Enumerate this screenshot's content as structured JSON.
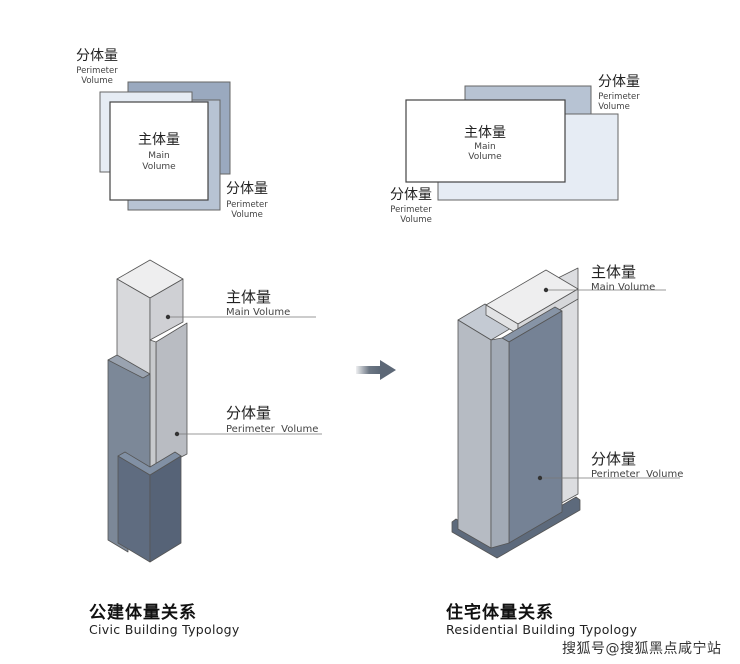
{
  "colors": {
    "light_panel": "#e6ecf4",
    "mid_panel": "#b7c3d3",
    "dark_panel": "#9aa9bf",
    "tower_light": "#dcdde0",
    "tower_light_top": "#eeeeef",
    "tower_mid": "#b4b8be",
    "tower_dark": "#6f7a88",
    "tower_darker": "#5e6b7e",
    "outline": "#555555"
  },
  "civic_plan": {
    "main": {
      "zh": "主体量",
      "en_line1": "Main",
      "en_line2": "Volume"
    },
    "perimeter_top": {
      "zh": "分体量",
      "en_line1": "Perimeter",
      "en_line2": "Volume"
    },
    "perimeter_bottom": {
      "zh": "分体量",
      "en_line1": "Perimeter",
      "en_line2": "Volume"
    }
  },
  "residential_plan": {
    "main": {
      "zh": "主体量",
      "en_line1": "Main",
      "en_line2": "Volume"
    },
    "perimeter_top": {
      "zh": "分体量",
      "en_line1": "Perimeter",
      "en_line2": "Volume"
    },
    "perimeter_bottom": {
      "zh": "分体量",
      "en_line1": "Perimeter",
      "en_line2": "Volume"
    }
  },
  "civic_tower": {
    "main": {
      "zh": "主体量",
      "en": "Main Volume"
    },
    "perimeter": {
      "zh": "分体量",
      "en": "Perimeter  Volume"
    }
  },
  "residential_tower": {
    "main": {
      "zh": "主体量",
      "en": "Main Volume"
    },
    "perimeter": {
      "zh": "分体量",
      "en": "Perimeter  Volume"
    }
  },
  "arrow": {
    "icon": "right-arrow-icon"
  },
  "captions": {
    "civic": {
      "zh": "公建体量关系",
      "en": "Civic Building Typology"
    },
    "residential": {
      "zh": "住宅体量关系",
      "en": "Residential Building Typology"
    }
  },
  "watermark": "搜狐号@搜狐黑点咸宁站"
}
